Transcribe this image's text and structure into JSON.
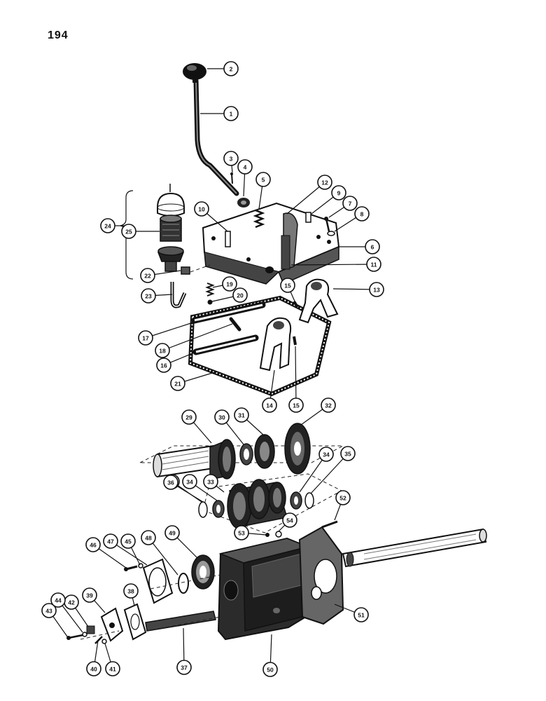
{
  "page_number": "194",
  "callouts": [
    "1",
    "2",
    "3",
    "4",
    "5",
    "6",
    "7",
    "8",
    "9",
    "10",
    "11",
    "12",
    "13",
    "14",
    "15",
    "15",
    "16",
    "17",
    "18",
    "19",
    "20",
    "21",
    "22",
    "23",
    "24",
    "25",
    "29",
    "30",
    "31",
    "32",
    "33",
    "34",
    "34",
    "35",
    "35",
    "36",
    "37",
    "38",
    "39",
    "40",
    "41",
    "42",
    "43",
    "44",
    "45",
    "46",
    "47",
    "48",
    "49",
    "50",
    "51",
    "52",
    "53",
    "54"
  ],
  "colors": {
    "ink": "#111111",
    "paper": "#ffffff",
    "shade": "#555555"
  }
}
